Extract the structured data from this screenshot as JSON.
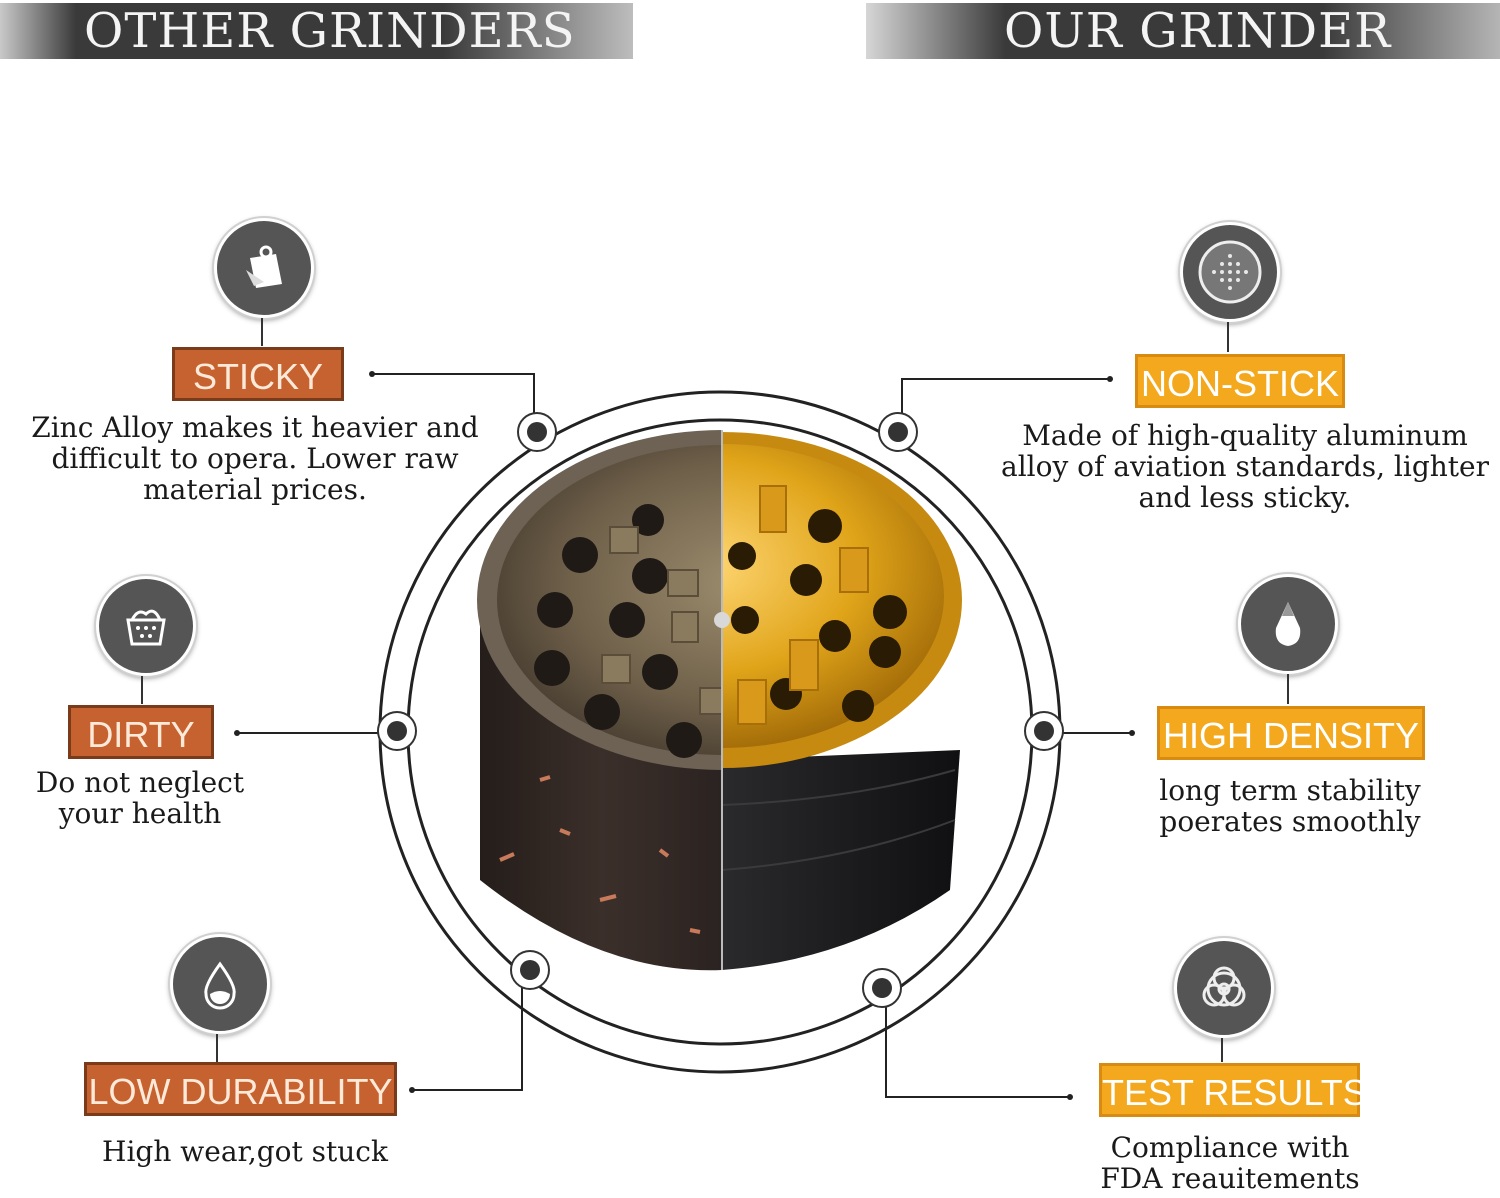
{
  "headers": {
    "left": "OTHER GRINDERS",
    "right": "OUR GRINDER"
  },
  "left_features": [
    {
      "label": "STICKY",
      "description": "Zinc Alloy makes it heavier and difficult to opera. Lower raw material prices.",
      "icon": "bag-icon"
    },
    {
      "label": "DIRTY",
      "description": "Do not neglect your health",
      "icon": "basket-icon"
    },
    {
      "label": "LOW DURABILITY",
      "description": "High wear,got stuck",
      "icon": "drop-icon"
    }
  ],
  "right_features": [
    {
      "label": "NON-STICK",
      "description": "Made of high-quality aluminum alloy of aviation standards, lighter and less sticky.",
      "icon": "mesh-icon"
    },
    {
      "label": "HIGH DENSITY",
      "description": "long term stability poerates smoothly",
      "icon": "tip-icon"
    },
    {
      "label": "TEST RESULTS",
      "description": "Compliance with FDA reauitements",
      "icon": "biohazard-icon"
    }
  ],
  "colors": {
    "bad_label": "#c5622f",
    "good_label": "#f4a81d",
    "icon_bg": "#555555",
    "header_bg": "#3a3a3a"
  }
}
